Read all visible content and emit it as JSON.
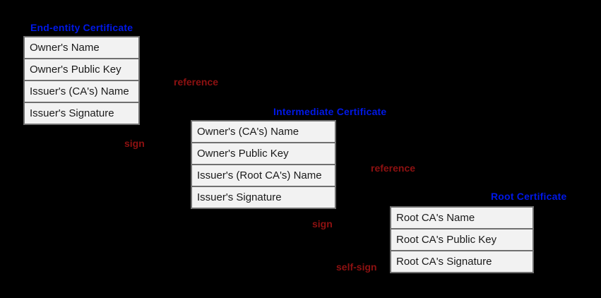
{
  "diagram": {
    "type": "certificate-chain-of-trust",
    "background_color": "#000000",
    "colors": {
      "certificate_title": "#0018e8",
      "relation_label": "#8e1111",
      "cell_background": "#f2f2f2",
      "cell_border": "#707070",
      "cell_text": "#1a1a1a"
    },
    "certificates": [
      {
        "title": "End-entity Certificate",
        "rows": [
          "Owner's Name",
          "Owner's Public Key",
          "Issuer's (CA's) Name",
          "Issuer's Signature"
        ]
      },
      {
        "title": "Intermediate Certificate",
        "rows": [
          "Owner's (CA's) Name",
          "Owner's Public Key",
          "Issuer's (Root CA's) Name",
          "Issuer's Signature"
        ]
      },
      {
        "title": "Root Certificate",
        "rows": [
          "Root CA's Name",
          "Root CA's Public Key",
          "Root CA's Signature"
        ]
      }
    ],
    "relations": [
      {
        "text": "reference"
      },
      {
        "text": "sign"
      },
      {
        "text": "reference"
      },
      {
        "text": "sign"
      },
      {
        "text": "self-sign"
      }
    ]
  }
}
